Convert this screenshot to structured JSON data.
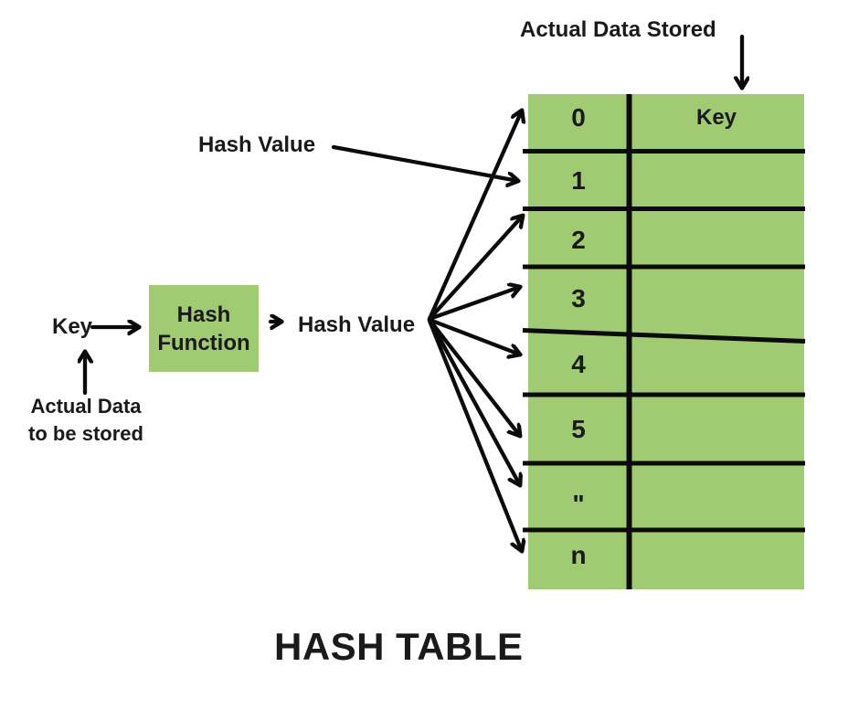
{
  "title": "HASH TABLE",
  "colors": {
    "green": "#A0CB73",
    "line": "#0B0B0B",
    "text": "#1A1A1A"
  },
  "labels": {
    "actual_data_stored": "Actual Data Stored",
    "hash_value_pointer": "Hash Value",
    "key_input": "Key",
    "actual_data_note_line1": "Actual Data",
    "actual_data_note_line2": "to be stored",
    "hash_value_output": "Hash Value"
  },
  "hash_function_box": {
    "line1": "Hash",
    "line2": "Function"
  },
  "table": {
    "index_labels": [
      "0",
      "1",
      "2",
      "3",
      "4",
      "5",
      "\"",
      "n"
    ],
    "first_row_value": "Key"
  }
}
